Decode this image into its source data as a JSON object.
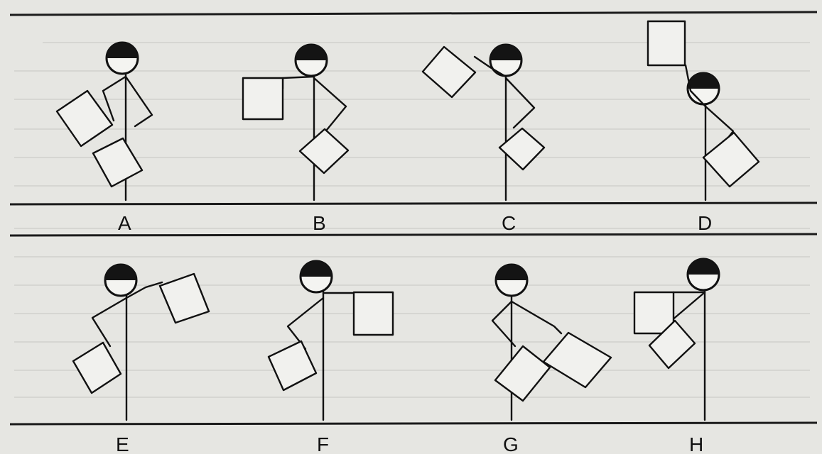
{
  "figures": [
    {
      "label": "A"
    },
    {
      "label": "B"
    },
    {
      "label": "C"
    },
    {
      "label": "D"
    },
    {
      "label": "E"
    },
    {
      "label": "F"
    },
    {
      "label": "G"
    },
    {
      "label": "H"
    }
  ],
  "colors": {
    "ink": "#111111",
    "paper": "#e6e6e2",
    "flag_fill": "#f1f1ee"
  }
}
